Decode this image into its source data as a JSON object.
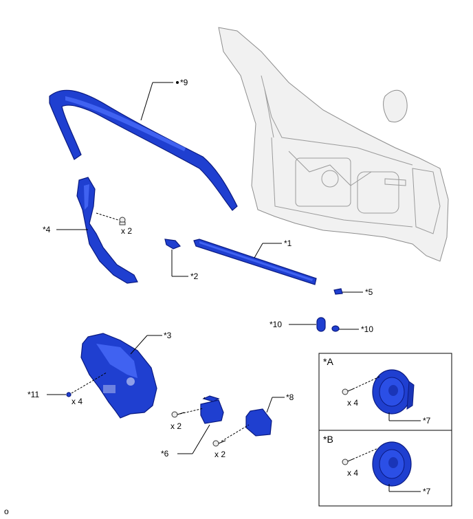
{
  "callouts": {
    "c9": "*9",
    "c4": "*4",
    "c1": "*1",
    "c2": "*2",
    "c5": "*5",
    "c10a": "*10",
    "c10b": "*10",
    "c3": "*3",
    "c8": "*8",
    "c11": "*11",
    "c6": "*6",
    "c7a": "*7",
    "c7b": "*7"
  },
  "quantities": {
    "clip_x2": "x 2",
    "c11_x4": "x 4",
    "c6_x2": "x 2",
    "c8_x2": "x 2",
    "a_x4": "x 4",
    "b_x4": "x 4"
  },
  "insets": {
    "a_label": "*A",
    "b_label": "*B"
  },
  "footer": {
    "code": "o"
  },
  "colors": {
    "part_blue": "#1f3fd0",
    "door_gray": "#f1f1f1"
  }
}
